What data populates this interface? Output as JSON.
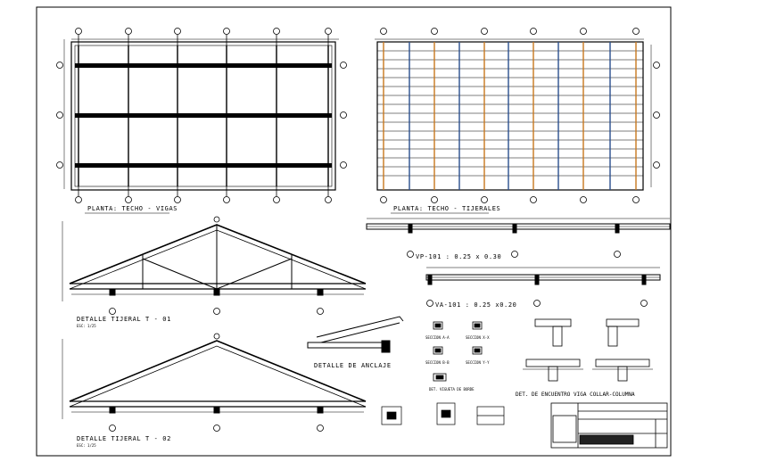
{
  "colors": {
    "line": "#000000",
    "purlin_orange": "#c8781e",
    "purlin_blue": "#2a4f8f",
    "paper": "#ffffff"
  },
  "drawing": {
    "plan_beams_title": "PLANTA: TECHO - VIGAS",
    "plan_trusses_title": "PLANTA: TECHO - TIJERALES",
    "truss_t01_title": "DETALLE TIJERAL T - 01",
    "truss_t02_title": "DETALLE TIJERAL T - 02",
    "anchor_detail_title": "DETALLE DE ANCLAJE",
    "beam_vp101_title": "VP-101 : 0.25 x 0.30",
    "beam_va101_title": "VA-101 : 0.25 x0.20",
    "section_aa": "SECCION A-A",
    "section_xx": "SECCION X-X",
    "section_bb": "SECCION B-B",
    "section_yy": "SECCION Y-Y",
    "border_beam_detail": "DET. VIGUETA DE BORDE",
    "collar_joint_detail": "DET. DE ENCUENTRO VIGA COLLAR-COLUMNA",
    "scale_note": "ESC: 1/25"
  }
}
